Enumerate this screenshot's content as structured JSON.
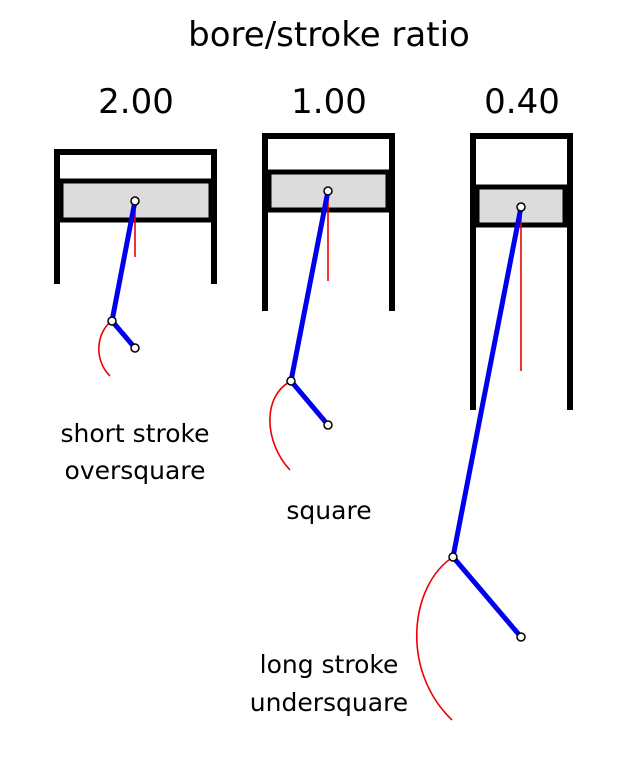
{
  "title": "bore/stroke ratio",
  "colors": {
    "cylinder": "#000000",
    "piston_fill": "#dcdcdc",
    "connecting_rod": "#0000ee",
    "crank_path": "#ee0000",
    "stroke_marker": "#ee0000"
  },
  "engines": [
    {
      "ratio": "2.00",
      "caption": [
        "short stroke",
        "oversquare"
      ]
    },
    {
      "ratio": "1.00",
      "caption": [
        "square"
      ]
    },
    {
      "ratio": "0.40",
      "caption": [
        "long stroke",
        "undersquare"
      ]
    }
  ]
}
